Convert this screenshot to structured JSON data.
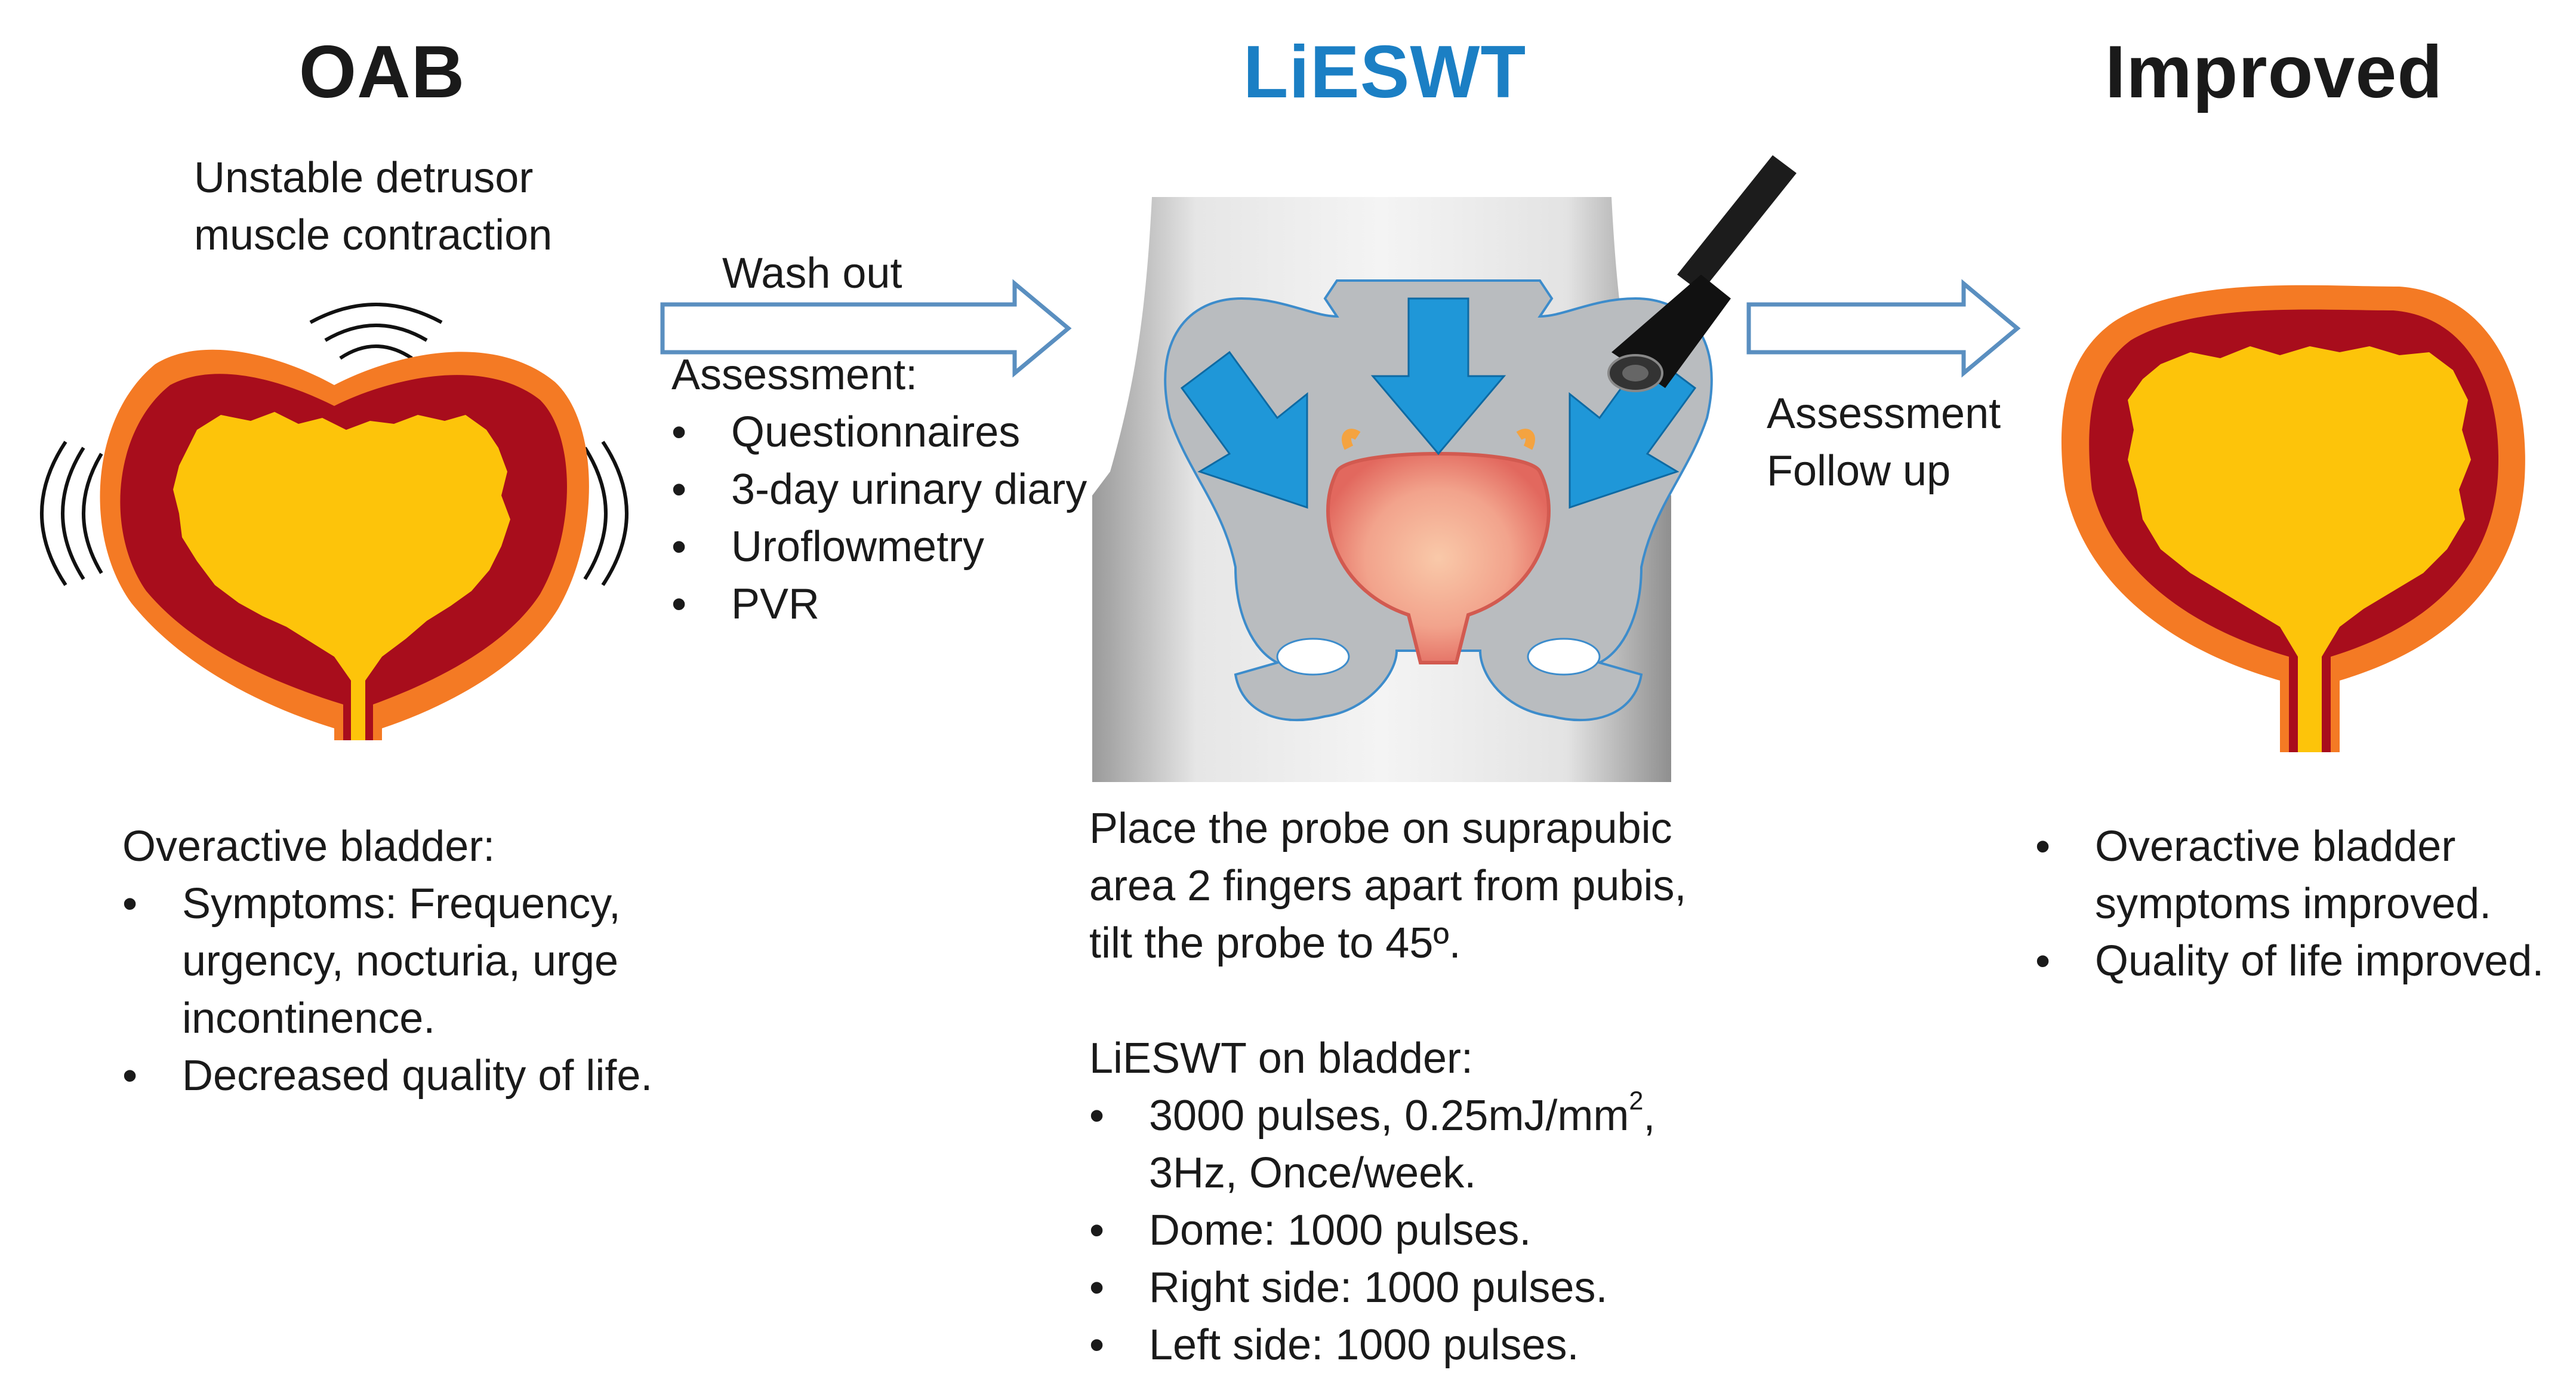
{
  "colors": {
    "bladder_outer": "#f47a24",
    "bladder_wall": "#a80d1c",
    "bladder_lumen": "#fdc40a",
    "treatment_title": "#1b7fc4",
    "treatment_arrow": "#1f97d8",
    "flow_arrow_outline": "#5a8fc0",
    "pelvis_fill": "#b9bcbf",
    "pelvis_outline": "#3d8ccb"
  },
  "left": {
    "title": "OAB",
    "annotation_line1": "Unstable detrusor",
    "annotation_line2": "muscle contraction",
    "desc_heading": "Overactive bladder:",
    "bullets": [
      "Symptoms: Frequency, urgency, nocturia, urge incontinence.",
      "Decreased quality of life."
    ]
  },
  "arrow1": {
    "label": "Wash out",
    "assessment_heading": "Assessment:",
    "bullets": [
      "Questionnaires",
      "3-day urinary diary",
      "Uroflowmetry",
      "PVR"
    ]
  },
  "center": {
    "title": "LiESWT",
    "placement_text": "Place the probe on suprapubic area 2 fingers apart from pubis, tilt the probe to 45º.",
    "protocol_heading": "LiESWT on bladder:",
    "protocol_bullet1_main": "3000 pulses, 0.25mJ/mm",
    "protocol_bullet1_sup": "2",
    "protocol_bullet1_tail": ", 3Hz, Once/week.",
    "protocol_bullets": [
      "Dome: 1000 pulses.",
      "Right side: 1000 pulses.",
      "Left side: 1000 pulses."
    ]
  },
  "arrow2": {
    "line1": "Assessment",
    "line2": "Follow up"
  },
  "right": {
    "title": "Improved",
    "bullets": [
      "Overactive bladder symptoms improved.",
      "Quality of life improved."
    ]
  }
}
